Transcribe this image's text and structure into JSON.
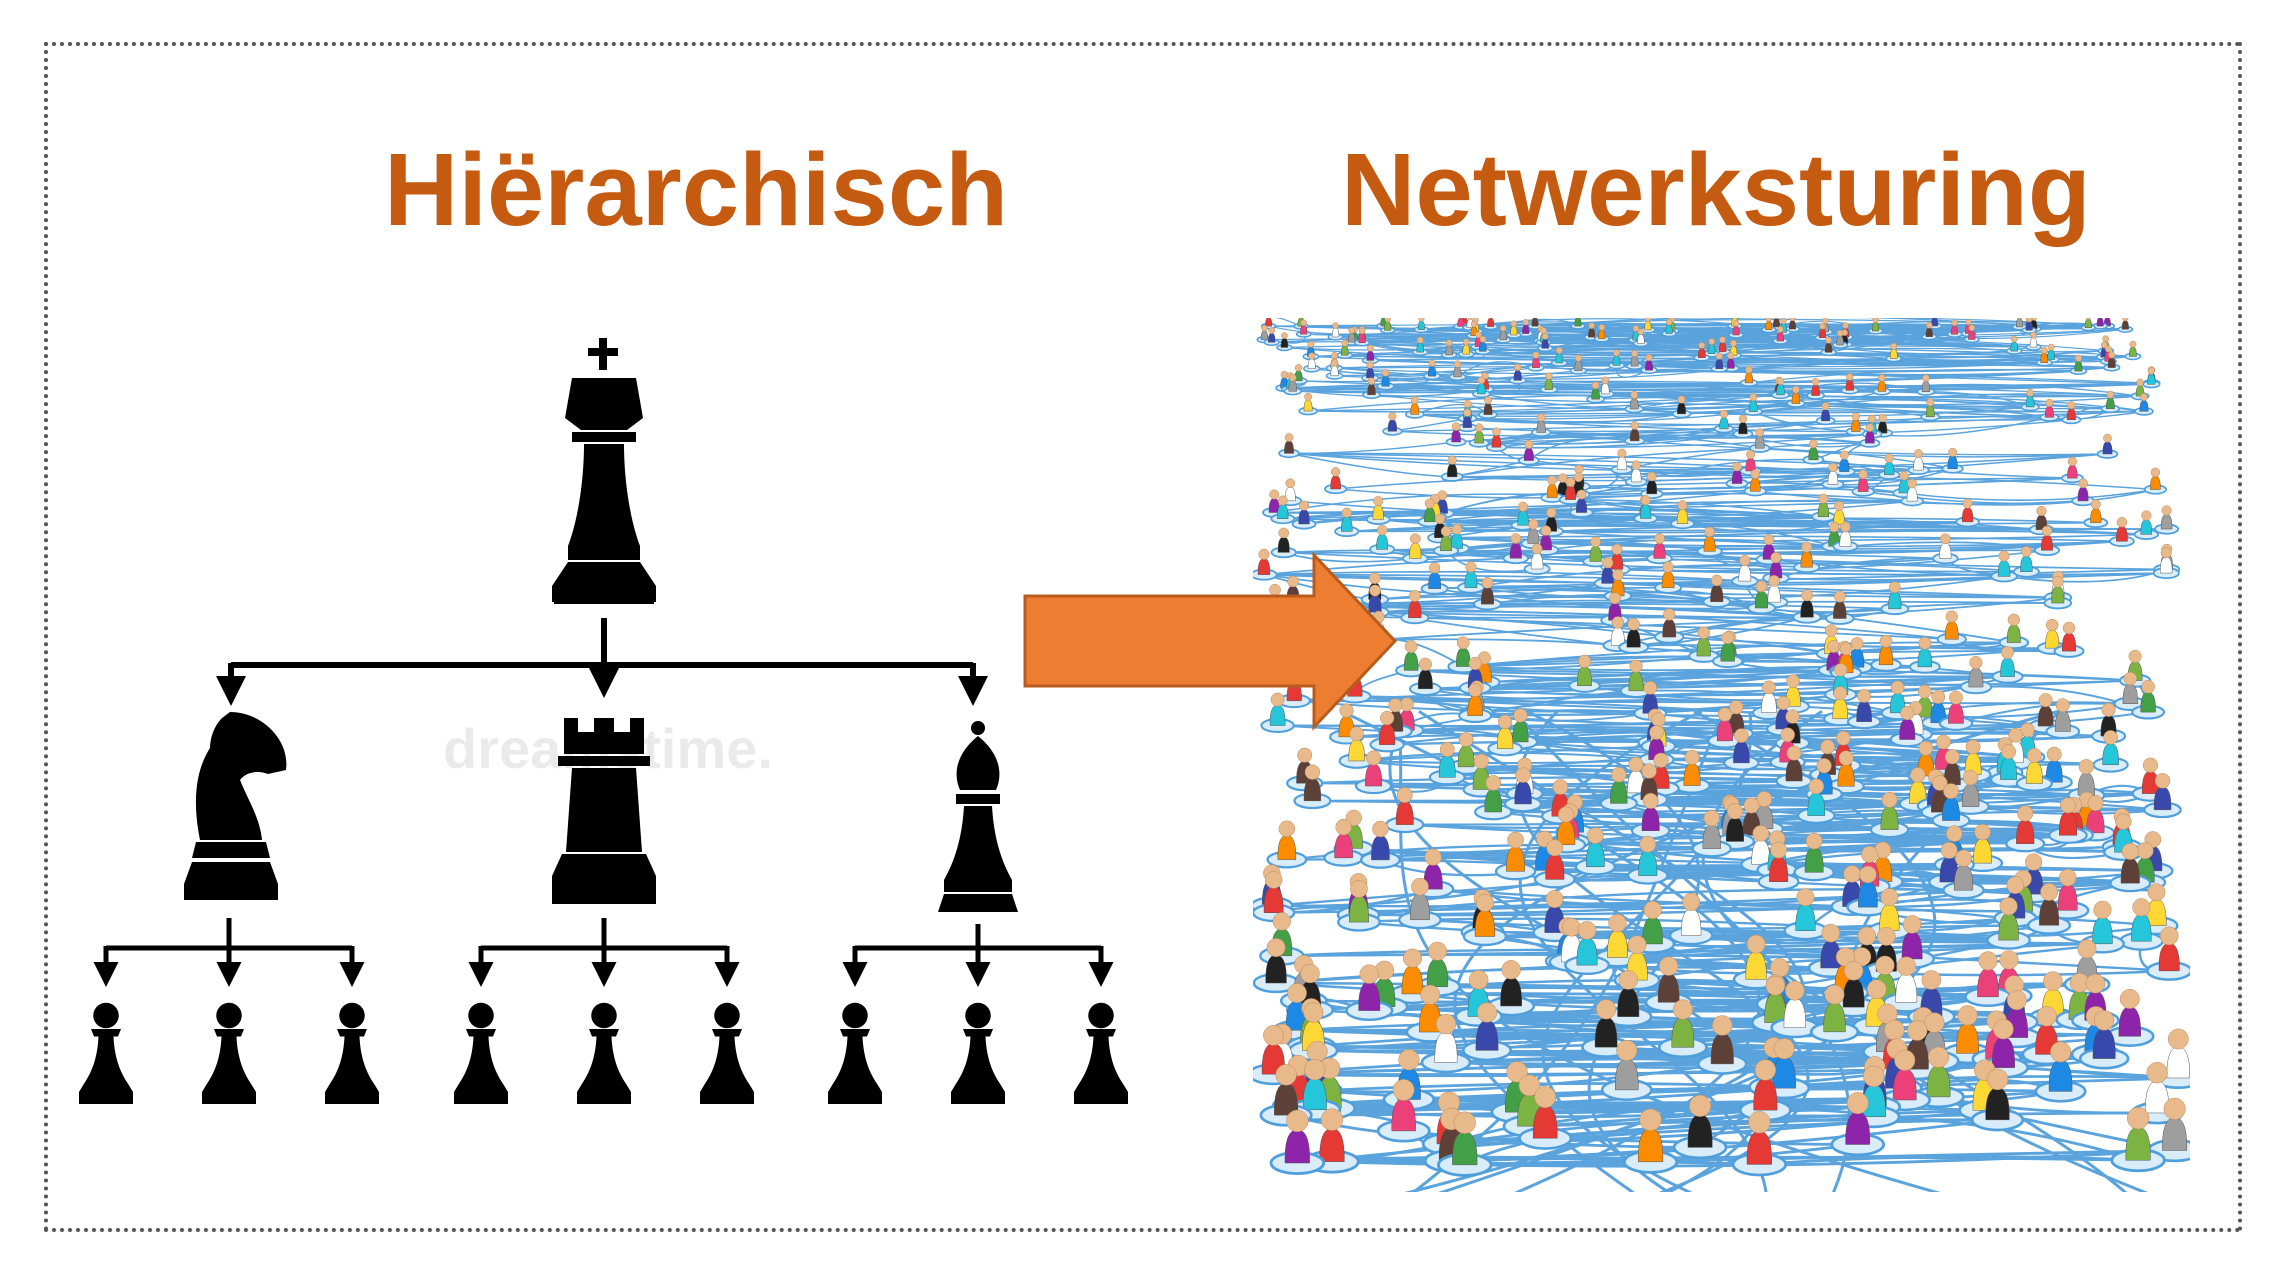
{
  "titles": {
    "left": "Hiërarchisch",
    "right": "Netwerksturing"
  },
  "colors": {
    "title": "#c55a11",
    "arrow": "#ed7d31",
    "arrow_border": "#b85c1e",
    "piece": "#000000",
    "network_line": "#5aa3dc",
    "network_ring": "#4f9fdd"
  },
  "hierarchy": {
    "top": "king",
    "middle": [
      "knight",
      "rook",
      "bishop"
    ],
    "bottom": [
      [
        "pawn",
        "pawn",
        "pawn"
      ],
      [
        "pawn",
        "pawn",
        "pawn"
      ],
      [
        "pawn",
        "pawn",
        "pawn"
      ]
    ]
  },
  "watermark": "dreamstime.",
  "icons": {
    "transition": "right-arrow-icon",
    "network": "people-network-image"
  }
}
